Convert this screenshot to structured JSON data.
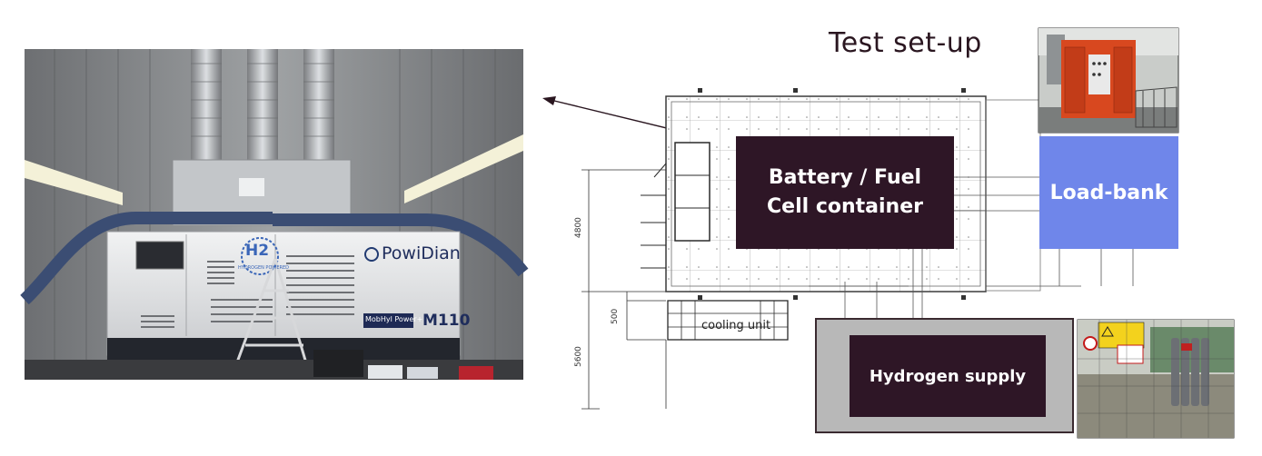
{
  "slide": {
    "title": "Test set-up"
  },
  "diagram": {
    "battery_label": "Battery / Fuel Cell container",
    "loadbank_label": "Load-bank",
    "hydrogen_label": "Hydrogen supply",
    "cooling_label": "cooling unit",
    "dim_4800": "4800",
    "dim_500": "500",
    "dim_5600": "5600"
  },
  "photo_main": {
    "brand": "PowiDian",
    "model": "M110",
    "product_line": "MobHyl Power+",
    "h2_mark": "H2",
    "h2_ring": "HYDROGEN POWERED"
  },
  "colors": {
    "container_dark": "#2e1626",
    "loadbank_blue": "#6f86ea",
    "hydrogen_grey": "#b8b8b8"
  }
}
